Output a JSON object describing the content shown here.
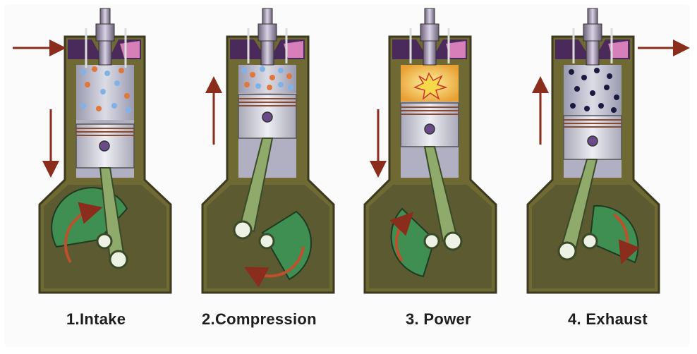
{
  "stages": [
    {
      "id": "intake",
      "label": "1.Intake"
    },
    {
      "id": "compression",
      "label": "2.Compression"
    },
    {
      "id": "power",
      "label": "3. Power"
    },
    {
      "id": "exhaust",
      "label": "4. Exhaust"
    }
  ],
  "colors": {
    "block_fill": "#6f6a34",
    "block_stroke": "#3b3a1e",
    "crankcase": "#5c5a30",
    "cylinder": "#b8b8c8",
    "piston": "#c9c9d4",
    "rings": "#8a4a30",
    "rod": "#8faa6a",
    "crank_sector": "#3f8f52",
    "arrow": "#8b2d1c",
    "spark": "#f0b23c",
    "pink_port": "#d77fb8",
    "fuel_blue": "#7fb3e8",
    "fuel_orange": "#e0783c",
    "exhaust_dot": "#1a1a40",
    "caption_text": "#1e1e1e"
  }
}
